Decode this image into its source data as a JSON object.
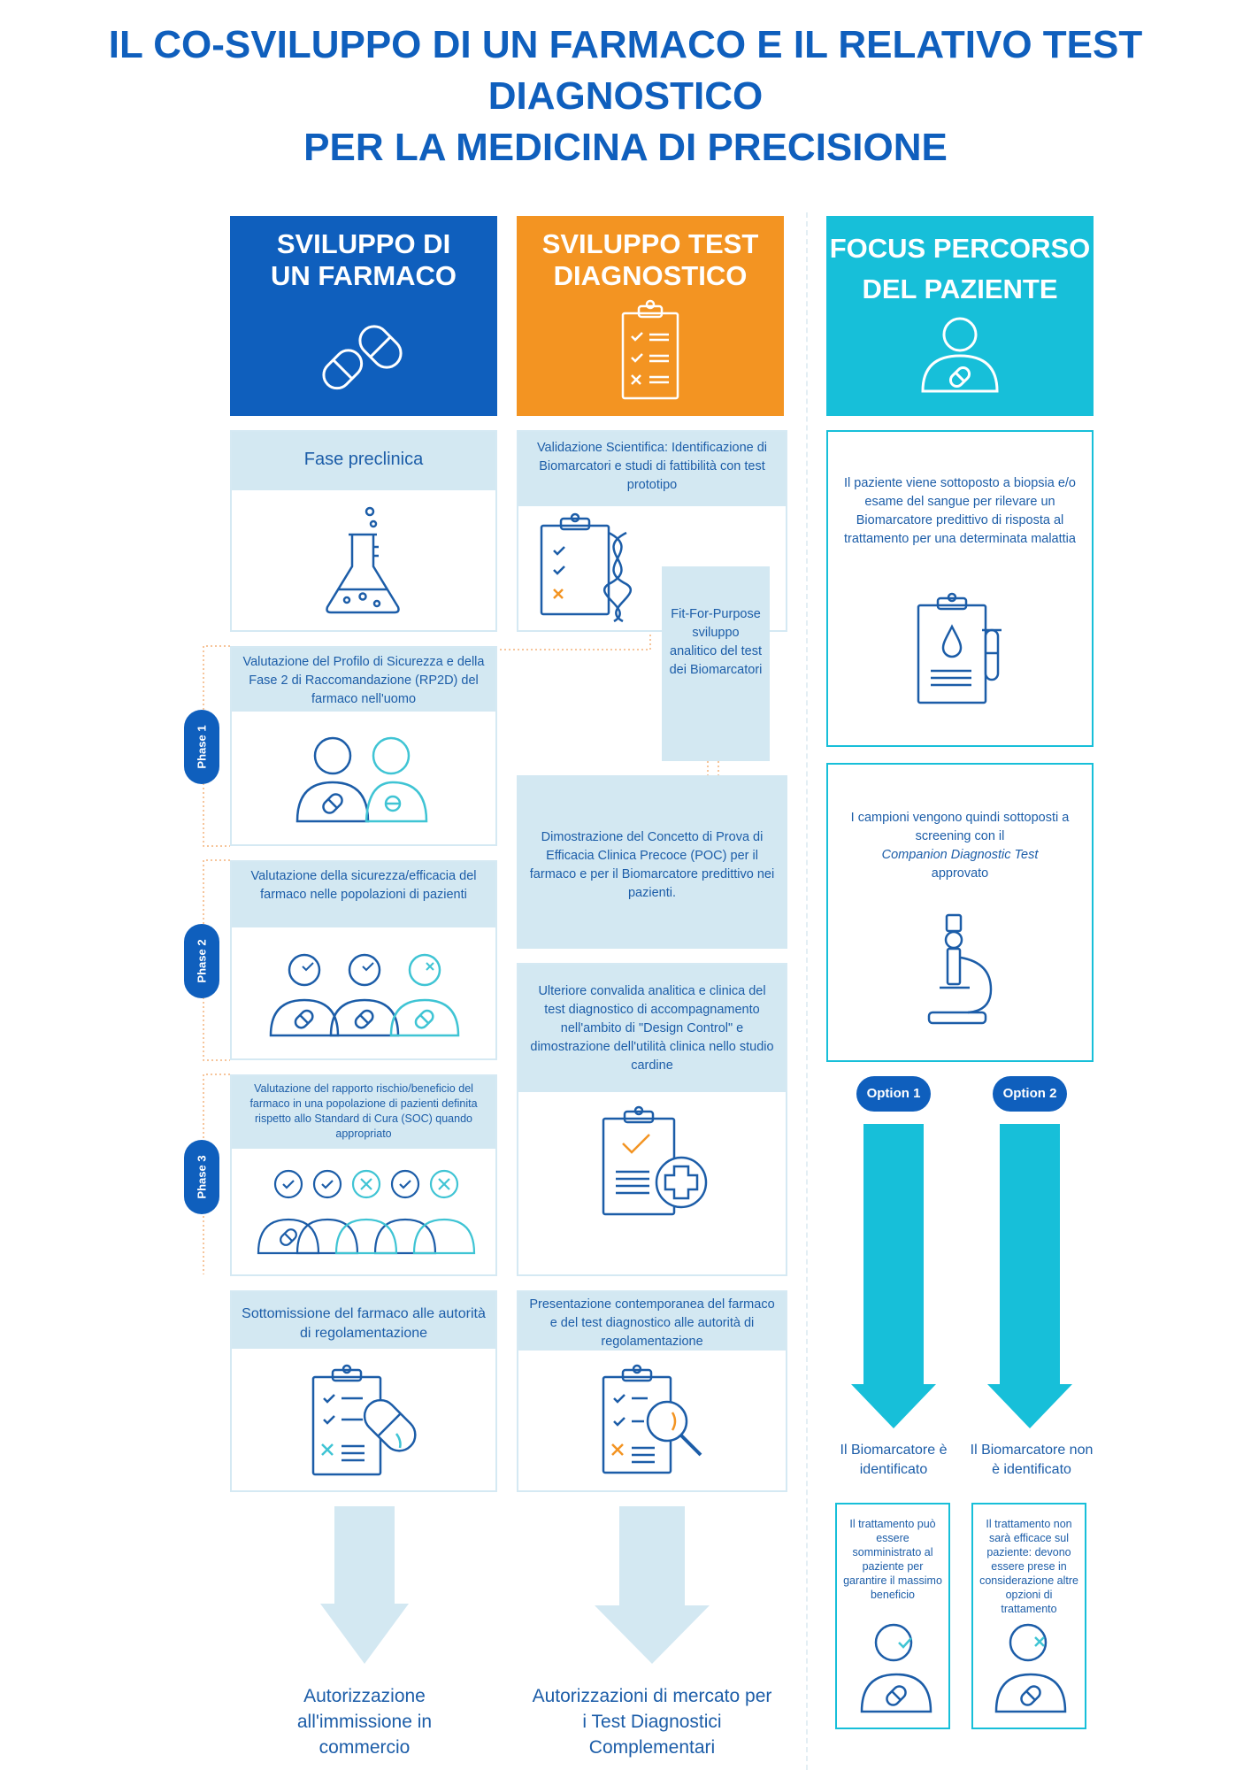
{
  "title": {
    "line1": "IL CO-SVILUPPO DI UN FARMACO E IL RELATIVO TEST",
    "line2": "DIAGNOSTICO",
    "line3": "PER LA MEDICINA DI PRECISIONE"
  },
  "columns": {
    "drug": {
      "title": "SVILUPPO DI\nUN FARMACO",
      "color": "#0f5fbd",
      "icon": "capsule-pills-icon"
    },
    "test": {
      "title": "SVILUPPO TEST\nDIAGNOSTICO",
      "color": "#f39422",
      "icon": "clipboard-checklist-icon"
    },
    "patient": {
      "title": "FOCUS PERCORSO\nDEL PAZIENTE",
      "color": "#17bfd9",
      "icon": "patient-icon"
    }
  },
  "phases": [
    "Phase 1",
    "Phase 2",
    "Phase 3"
  ],
  "drug_steps": {
    "preclinical": "Fase preclinica",
    "phase1": "Valutazione del Profilo di Sicurezza e della Fase 2 di Raccomandazione (RP2D) del farmaco nell'uomo",
    "phase2": "Valutazione della sicurezza/efficacia del farmaco nelle popolazioni di pazienti",
    "phase3": "Valutazione del rapporto rischio/beneficio del farmaco in una popolazione di pazienti definita rispetto allo Standard di Cura (SOC) quando appropriato",
    "submission": "Sottomissione del farmaco alle autorità di regolamentazione",
    "outcome": "Autorizzazione all'immissione in commercio"
  },
  "test_steps": {
    "validation": "Validazione Scientifica: Identificazione di Biomarcatori e studi di fattibilità con test prototipo",
    "fit_for_purpose": "Fit-For-Purpose sviluppo analitico del test dei Biomarcatori",
    "poc": "Dimostrazione del Concetto di Prova di Efficacia Clinica Precoce (POC) per il farmaco e per il Biomarcatore predittivo nei pazienti.",
    "design_control": "Ulteriore convalida analitica e clinica del test diagnostico di accompagnamento nell'ambito di \"Design Control\" e dimostrazione dell'utilità clinica nello studio cardine",
    "submission": "Presentazione contemporanea del farmaco e del test diagnostico alle autorità di regolamentazione",
    "outcome": "Autorizzazioni di mercato per i Test Diagnostici Complementari"
  },
  "patient_steps": {
    "biopsy": "Il paziente viene sottoposto a biopsia e/o esame del sangue per rilevare un Biomarcatore predittivo di risposta al trattamento per una determinata malattia",
    "screening_pre": "I campioni vengono quindi sottoposti a screening con il",
    "screening_em": "Companion Diagnostic Test",
    "screening_post": "approvato",
    "option1": "Option 1",
    "option2": "Option 2",
    "identified": "Il Biomarcatore è identificato",
    "not_identified": "Il Biomarcatore non è identificato",
    "treatment_yes": "Il trattamento può essere somministrato al paziente per garantire il massimo beneficio",
    "treatment_no": "Il trattamento non sarà efficace sul paziente: devono essere prese in considerazione altre opzioni di trattamento"
  },
  "colors": {
    "dark_blue": "#0f5fbd",
    "orange": "#f39422",
    "teal": "#17bfd9",
    "light_blue": "#d3e8f2",
    "icon_teal": "#3fc4d4"
  }
}
